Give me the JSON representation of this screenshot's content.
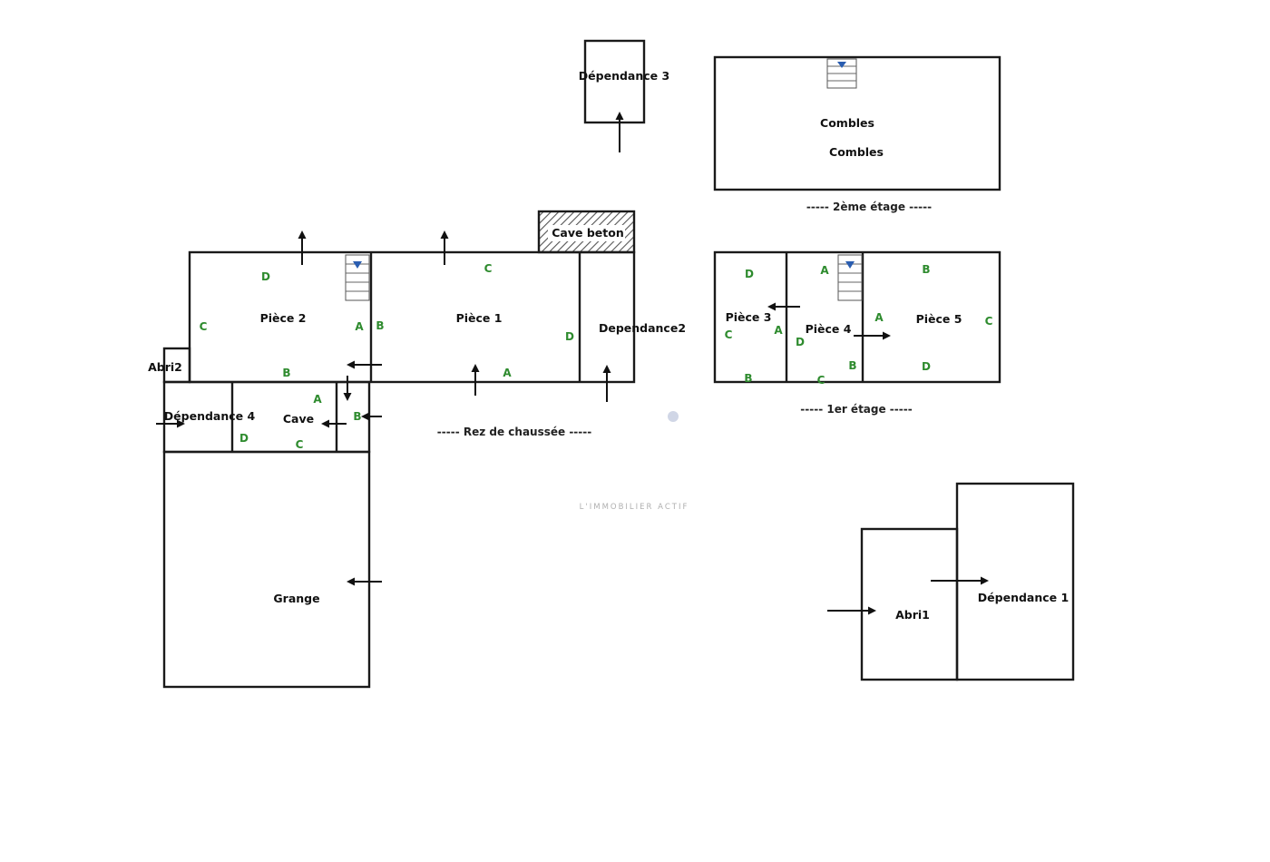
{
  "rooms": {
    "dependance3": "Dépendance 3",
    "combles_1": "Combles",
    "combles_2": "Combles",
    "cave_beton": "Cave beton",
    "piece2": "Pièce 2",
    "piece1": "Pièce 1",
    "dependance2": "Dependance2",
    "abri2": "Abri2",
    "dependance4": "Dépendance 4",
    "cave": "Cave",
    "grange": "Grange",
    "piece3": "Pièce 3",
    "piece4": "Pièce 4",
    "piece5": "Pièce 5",
    "abri1": "Abri1",
    "dependance1": "Dépendance 1"
  },
  "levels": {
    "etage2": "----- 2ème étage -----",
    "etage1": "----- 1er étage -----",
    "rdc": "----- Rez de chaussée -----"
  },
  "wall_letters": {
    "p2": [
      "D",
      "C",
      "A",
      "B"
    ],
    "p1": [
      "C",
      "B",
      "D",
      "A"
    ],
    "cave": [
      "A",
      "B",
      "D",
      "C"
    ],
    "p3": [
      "D",
      "C",
      "A",
      "B"
    ],
    "p4": [
      "A",
      "D",
      "C",
      "B"
    ],
    "p5": [
      "B",
      "A",
      "C",
      "D"
    ]
  },
  "watermark": "L'IMMOBILIER ACTIF",
  "colors": {
    "walls": "#1a1a1a",
    "wall_letters": "#2e8b2e",
    "watermark": "#b0b0b0"
  }
}
